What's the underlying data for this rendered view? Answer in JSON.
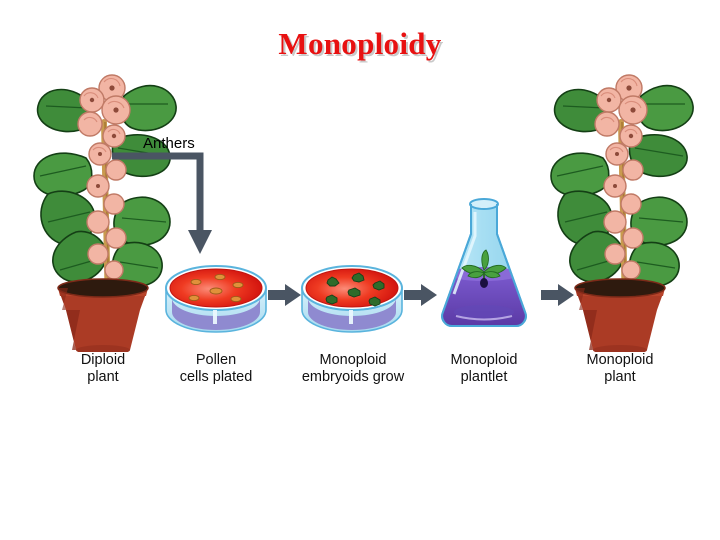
{
  "slide": {
    "title": "Monoploidy",
    "title_color": "#e81111",
    "background_color": "#ffffff"
  },
  "annotations": {
    "anthers_label": "Anthers"
  },
  "stages": [
    {
      "id": "diploid-plant",
      "caption_line1": "Diploid",
      "caption_line2": "plant",
      "figure": "potted-flowering-plant"
    },
    {
      "id": "pollen-cells-plated",
      "caption_line1": "Pollen",
      "caption_line2": "cells plated",
      "figure": "petri-dish-with-pollen-grains"
    },
    {
      "id": "monoploid-embryoids",
      "caption_line1": "Monoploid",
      "caption_line2": "embryoids grow",
      "figure": "petri-dish-with-embryoids"
    },
    {
      "id": "monoploid-plantlet",
      "caption_line1": "Monoploid",
      "caption_line2": "plantlet",
      "figure": "erlenmeyer-flask-with-plantlet"
    },
    {
      "id": "monoploid-plant",
      "caption_line1": "Monoploid",
      "caption_line2": "plant",
      "figure": "potted-flowering-plant"
    }
  ],
  "colors": {
    "arrow": "#4a5563",
    "pot_terracotta": "#ab3b25",
    "pot_shadow": "#8a2a19",
    "soil": "#2e1a0e",
    "leaf_green": "#3f8c3a",
    "leaf_green_dark": "#1d5c20",
    "flower_pink": "#f2b5a4",
    "flower_pink_dark": "#d98d7b",
    "stem_tan": "#c99a4e",
    "dish_glass": "#bfe6f7",
    "dish_rim": "#5ab4dd",
    "agar_red": "#e02020",
    "agar_red_light": "#f86a5a",
    "dish_base_purple": "#8f8ad0",
    "pollen_grain": "#e0913a",
    "embryoid_green": "#2f6b2a",
    "flask_glass": "#aee0f2",
    "flask_outline": "#4aa8d8",
    "medium_purple": "#6a49c0",
    "medium_purple_dark": "#56359f",
    "plantlet_green": "#49a03f"
  }
}
